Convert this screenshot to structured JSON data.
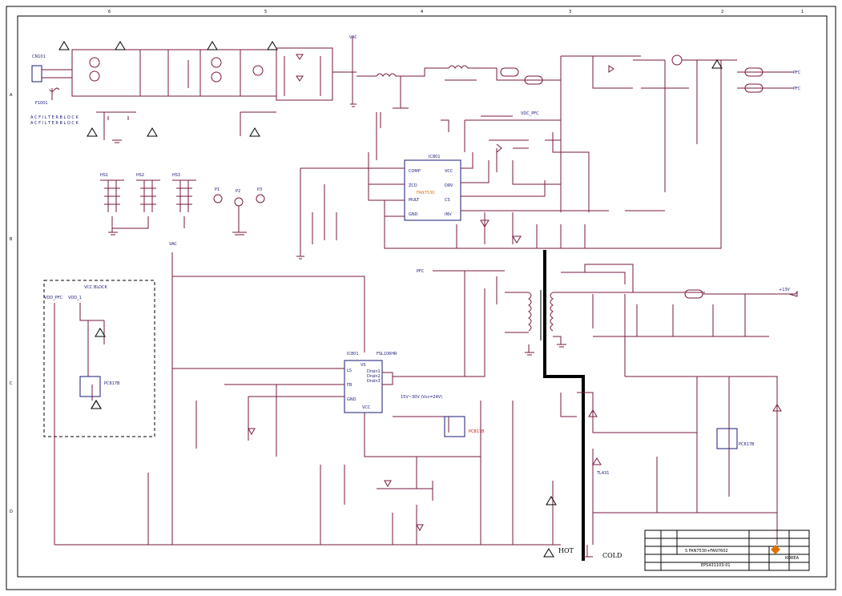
{
  "frame": {
    "top_cols": [
      "6",
      "5",
      "4",
      "3",
      "2",
      "1"
    ],
    "side_rows": [
      "A",
      "B",
      "C",
      "D"
    ]
  },
  "ac_block": {
    "label1": "A C  F I L T E R  B L O C K",
    "label2": "A C  F I L T E R  B L O C K",
    "fuse": "F1001",
    "con": "CN101"
  },
  "vcc_block": {
    "label": "VCC  BLOCK",
    "vcc_pfc": "VDD_PFC",
    "vdd": "VDD_1"
  },
  "ic1": {
    "name": "IC801",
    "pins_left": [
      "COMP",
      "ZCD",
      "MULT",
      "GND"
    ],
    "pins_right": [
      "VCC",
      "DRV",
      "CS",
      "INV"
    ],
    "part": "FAN7530"
  },
  "ic2": {
    "name": "IC801",
    "pins_left": [
      "LS",
      "FB",
      "GND"
    ],
    "pins_right": [
      "Drain1",
      "Drain2",
      "Drain3"
    ],
    "pins_bottom": "VCC",
    "pin_top": "VS",
    "part": "FSL106HR"
  },
  "labels": {
    "vac": "VAC",
    "vdc_pfc": "VDC_PFC",
    "pfc": "PFC",
    "pfc2": "PFC",
    "rail": "+13V",
    "hot": "HOT",
    "cold": "COLD",
    "hs1": "HS1",
    "hs2": "HS2",
    "hs3": "HS3",
    "p1": "P1",
    "p2": "P2",
    "p3": "P3",
    "voltage_note": "15V~30V (Vcc=24V)",
    "pc817": "PC817B",
    "pc817b": "PC817B",
    "tl431": "TL431"
  },
  "title_block": {
    "company": "KOREA",
    "model": "S FAN7530+FAN7602",
    "doc": "EPS431103-01"
  },
  "colors": {
    "wire": "#7a1740",
    "text": "#1a1a7a",
    "accent": "#e07000",
    "red": "#d01010"
  }
}
